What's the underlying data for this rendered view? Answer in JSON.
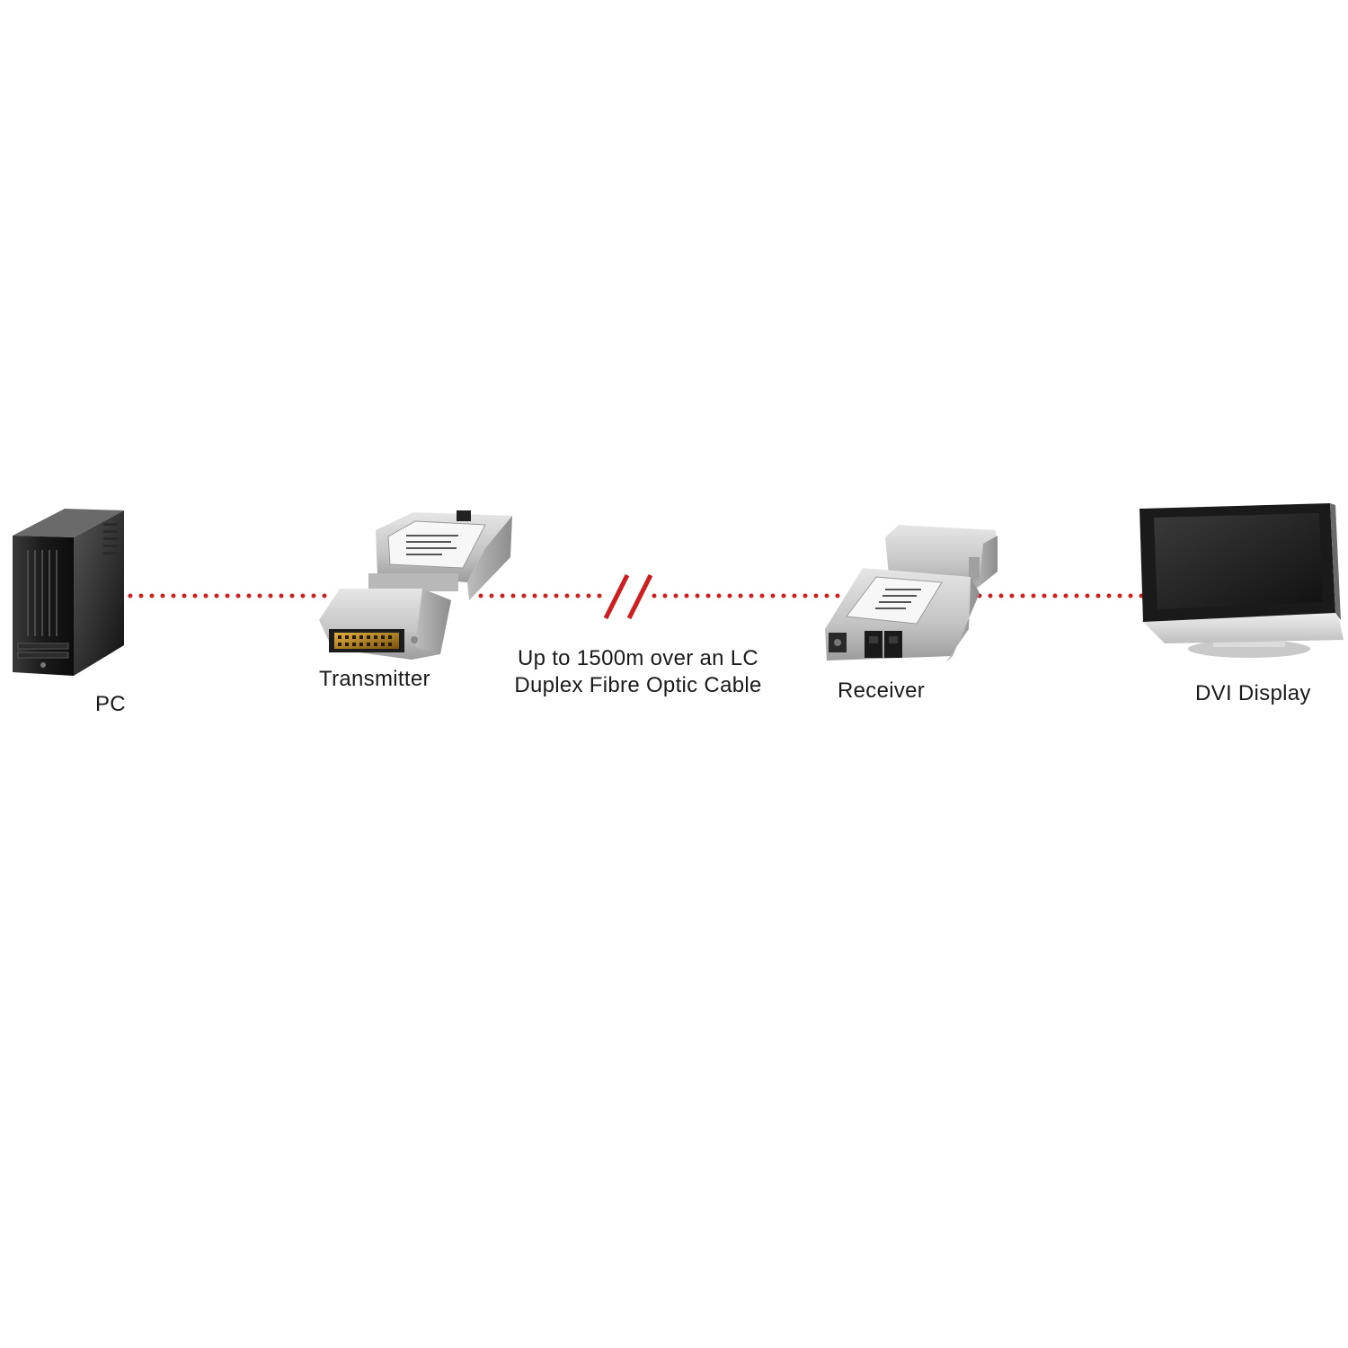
{
  "labels": {
    "pc": "PC",
    "transmitter": "Transmitter",
    "cable_line1": "Up to 1500m over an LC",
    "cable_line2": "Duplex Fibre Optic Cable",
    "receiver": "Receiver",
    "display": "DVI Display"
  },
  "colors": {
    "link_dots": "#cc1f1f",
    "break_marks": "#cc1f1f",
    "device_metal": "#c8c8c8",
    "pc_case": "#1e1e1e",
    "screen": "#202020"
  },
  "icons": {
    "pc": "pc-tower-icon",
    "transmitter": "dvi-transmitter-icon",
    "receiver": "dvi-receiver-icon",
    "display": "flat-panel-display-icon",
    "cable_break": "cable-break-icon"
  }
}
